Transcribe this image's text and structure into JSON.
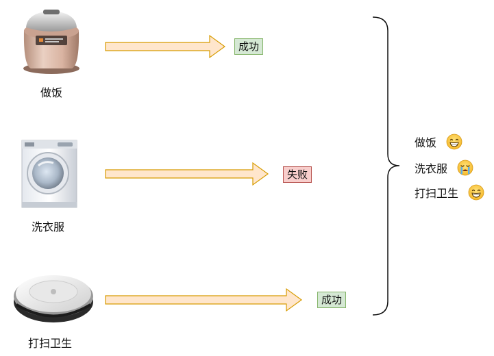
{
  "tasks": [
    {
      "name": "做饭",
      "icon": "rice-cooker-icon",
      "result": "成功",
      "status": "success"
    },
    {
      "name": "洗衣服",
      "icon": "washing-machine-icon",
      "result": "失败",
      "status": "fail"
    },
    {
      "name": "打扫卫生",
      "icon": "robot-vacuum-icon",
      "result": "成功",
      "status": "success"
    }
  ],
  "summary": [
    {
      "name": "做饭",
      "emoji": "grinning-face-icon"
    },
    {
      "name": "洗衣服",
      "emoji": "crying-face-icon"
    },
    {
      "name": "打扫卫生",
      "emoji": "grinning-face-icon"
    }
  ],
  "colors": {
    "arrow_fill": "#ffe6cc",
    "arrow_stroke": "#d79b00",
    "success_fill": "#d5e8d4",
    "success_stroke": "#82b366",
    "fail_fill": "#f8cecc",
    "fail_stroke": "#b85450"
  }
}
